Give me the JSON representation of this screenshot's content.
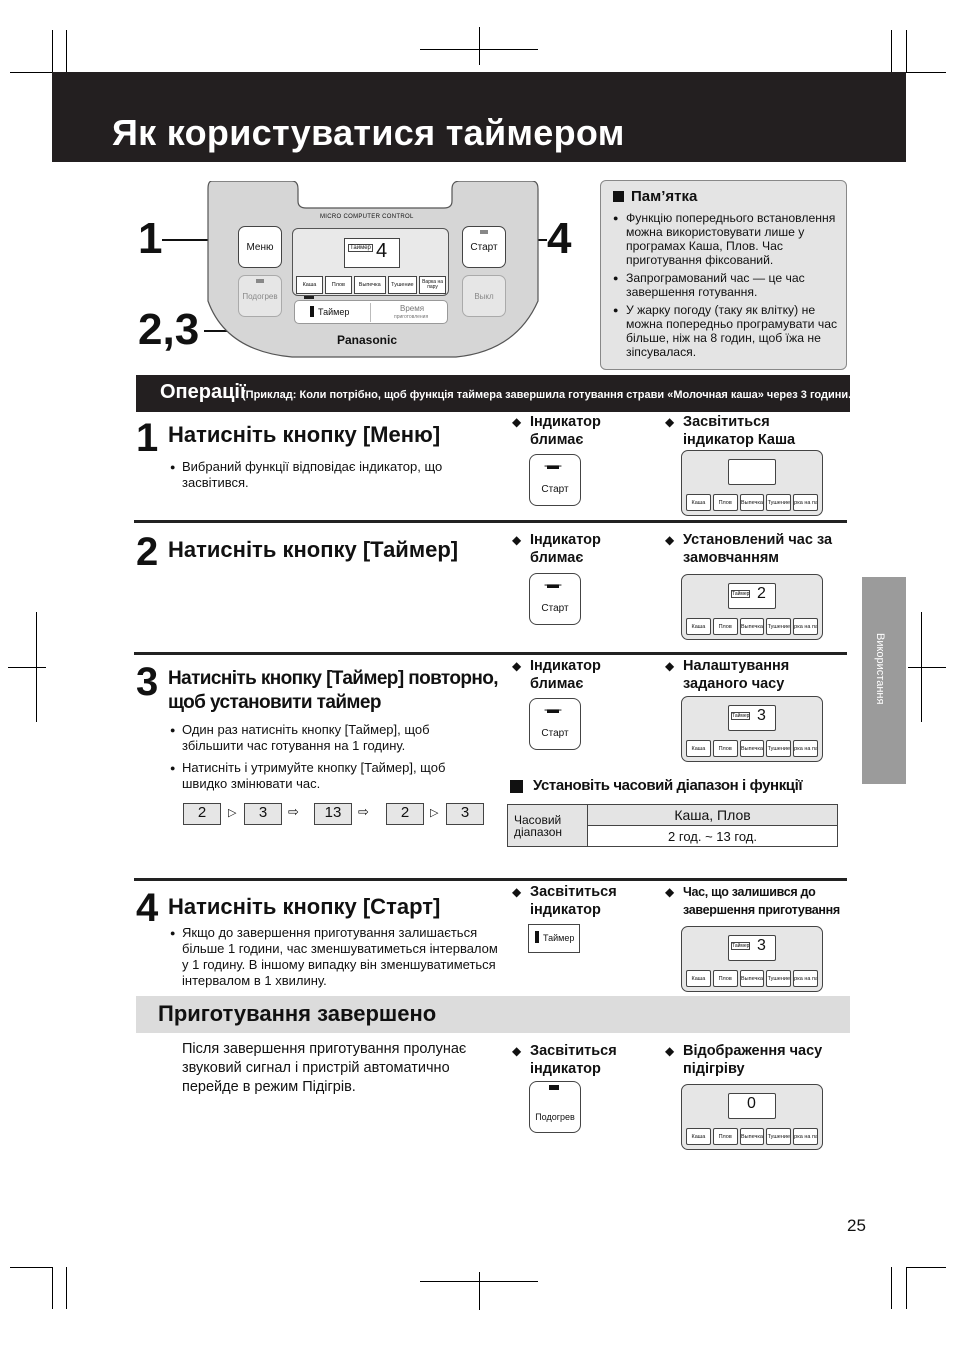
{
  "page_title": "Як користуватися таймером",
  "page_number": "25",
  "side_tab": "Використання",
  "panel": {
    "brand_line": "MICRO COMPUTER CONTROL",
    "menu_btn": "Меню",
    "start_btn": "Старт",
    "keepwarm_btn": "Подогрев",
    "off_btn": "Выкл",
    "timer_btn": "Таймер",
    "time_btn": "Время",
    "time_sub": "приготовления",
    "display_label": "Таймер",
    "display_digit": "4",
    "menu_items": [
      "Каша",
      "Плов",
      "Выпечка",
      "Тушение",
      "Варка на пару"
    ],
    "brand": "Panasonic",
    "callout_1": "1",
    "callout_23": "2,3",
    "callout_4": "4"
  },
  "memo": {
    "title": "Пам’ятка",
    "items": [
      "Функцію попереднього встановлення можна використовувати лише у програмах Каша, Плов. Час приготування фіксований.",
      "Запрограмований час — це час завершення готування.",
      "У жарку погоду (таку як влітку) не можна попередньо програмувати час більше, ніж на 8 годин, щоб їжа не зіпсувалася."
    ]
  },
  "ops": {
    "title": "Операції",
    "note": "(Приклад: Коли потрібно, щоб функція таймера завершила готування страви «Молочная каша» через 3 години.)"
  },
  "steps": [
    {
      "num": "1",
      "head": "Натисніть кнопку [Меню]",
      "bullets": [
        "Вибраний функції відповідає індикатор, що засвітився."
      ],
      "left_label": "Індикатор блимає",
      "left_btn": "Старт",
      "right_label": "Засвітиться індикатор Каша"
    },
    {
      "num": "2",
      "head": "Натисніть кнопку [Таймер]",
      "bullets": [],
      "left_label": "Індикатор блимає",
      "left_btn": "Старт",
      "right_label": "Установлений час за замовчанням",
      "lcd": "2"
    },
    {
      "num": "3",
      "head": "Натисніть кнопку [Таймер] повторно, щоб установити таймер",
      "bullets": [
        "Один раз натисніть кнопку [Таймер], щоб збільшити час готування на 1 годину.",
        "Натисніть і утримуйте кнопку [Таймер], щоб швидко змінювати час."
      ],
      "left_label": "Індикатор блимає",
      "left_btn": "Старт",
      "right_label": "Налаштування заданого часу",
      "lcd": "3",
      "sequence": [
        "2",
        "3",
        "13",
        "2",
        "3"
      ],
      "range_title": "Установіть часовий діапазон і функції",
      "range_row_label": "Часовий діапазон",
      "range_menu": "Каша, Плов",
      "range_value": "2 год. ~ 13 год."
    },
    {
      "num": "4",
      "head": "Натисніть кнопку [Старт]",
      "bullets": [
        "Якщо до завершення приготування залишається більше 1 години, час зменшуватиметься інтервалом у 1 годину. В іншому випадку він зменшуватиметься інтервалом в 1 хвилину."
      ],
      "left_label": "Засвітиться індикатор",
      "left_btn": "Таймер",
      "right_label": "Час, що залишився до завершення приготування",
      "lcd": "3"
    }
  ],
  "done": {
    "title": "Приготування завершено",
    "text": "Після завершення приготування пролунає звуковий сигнал і пристрій автоматично перейде в режим Підігрів.",
    "left_label": "Засвітиться індикатор",
    "left_btn": "Подогрев",
    "right_label": "Відображення часу підігріву",
    "lcd": "0"
  }
}
